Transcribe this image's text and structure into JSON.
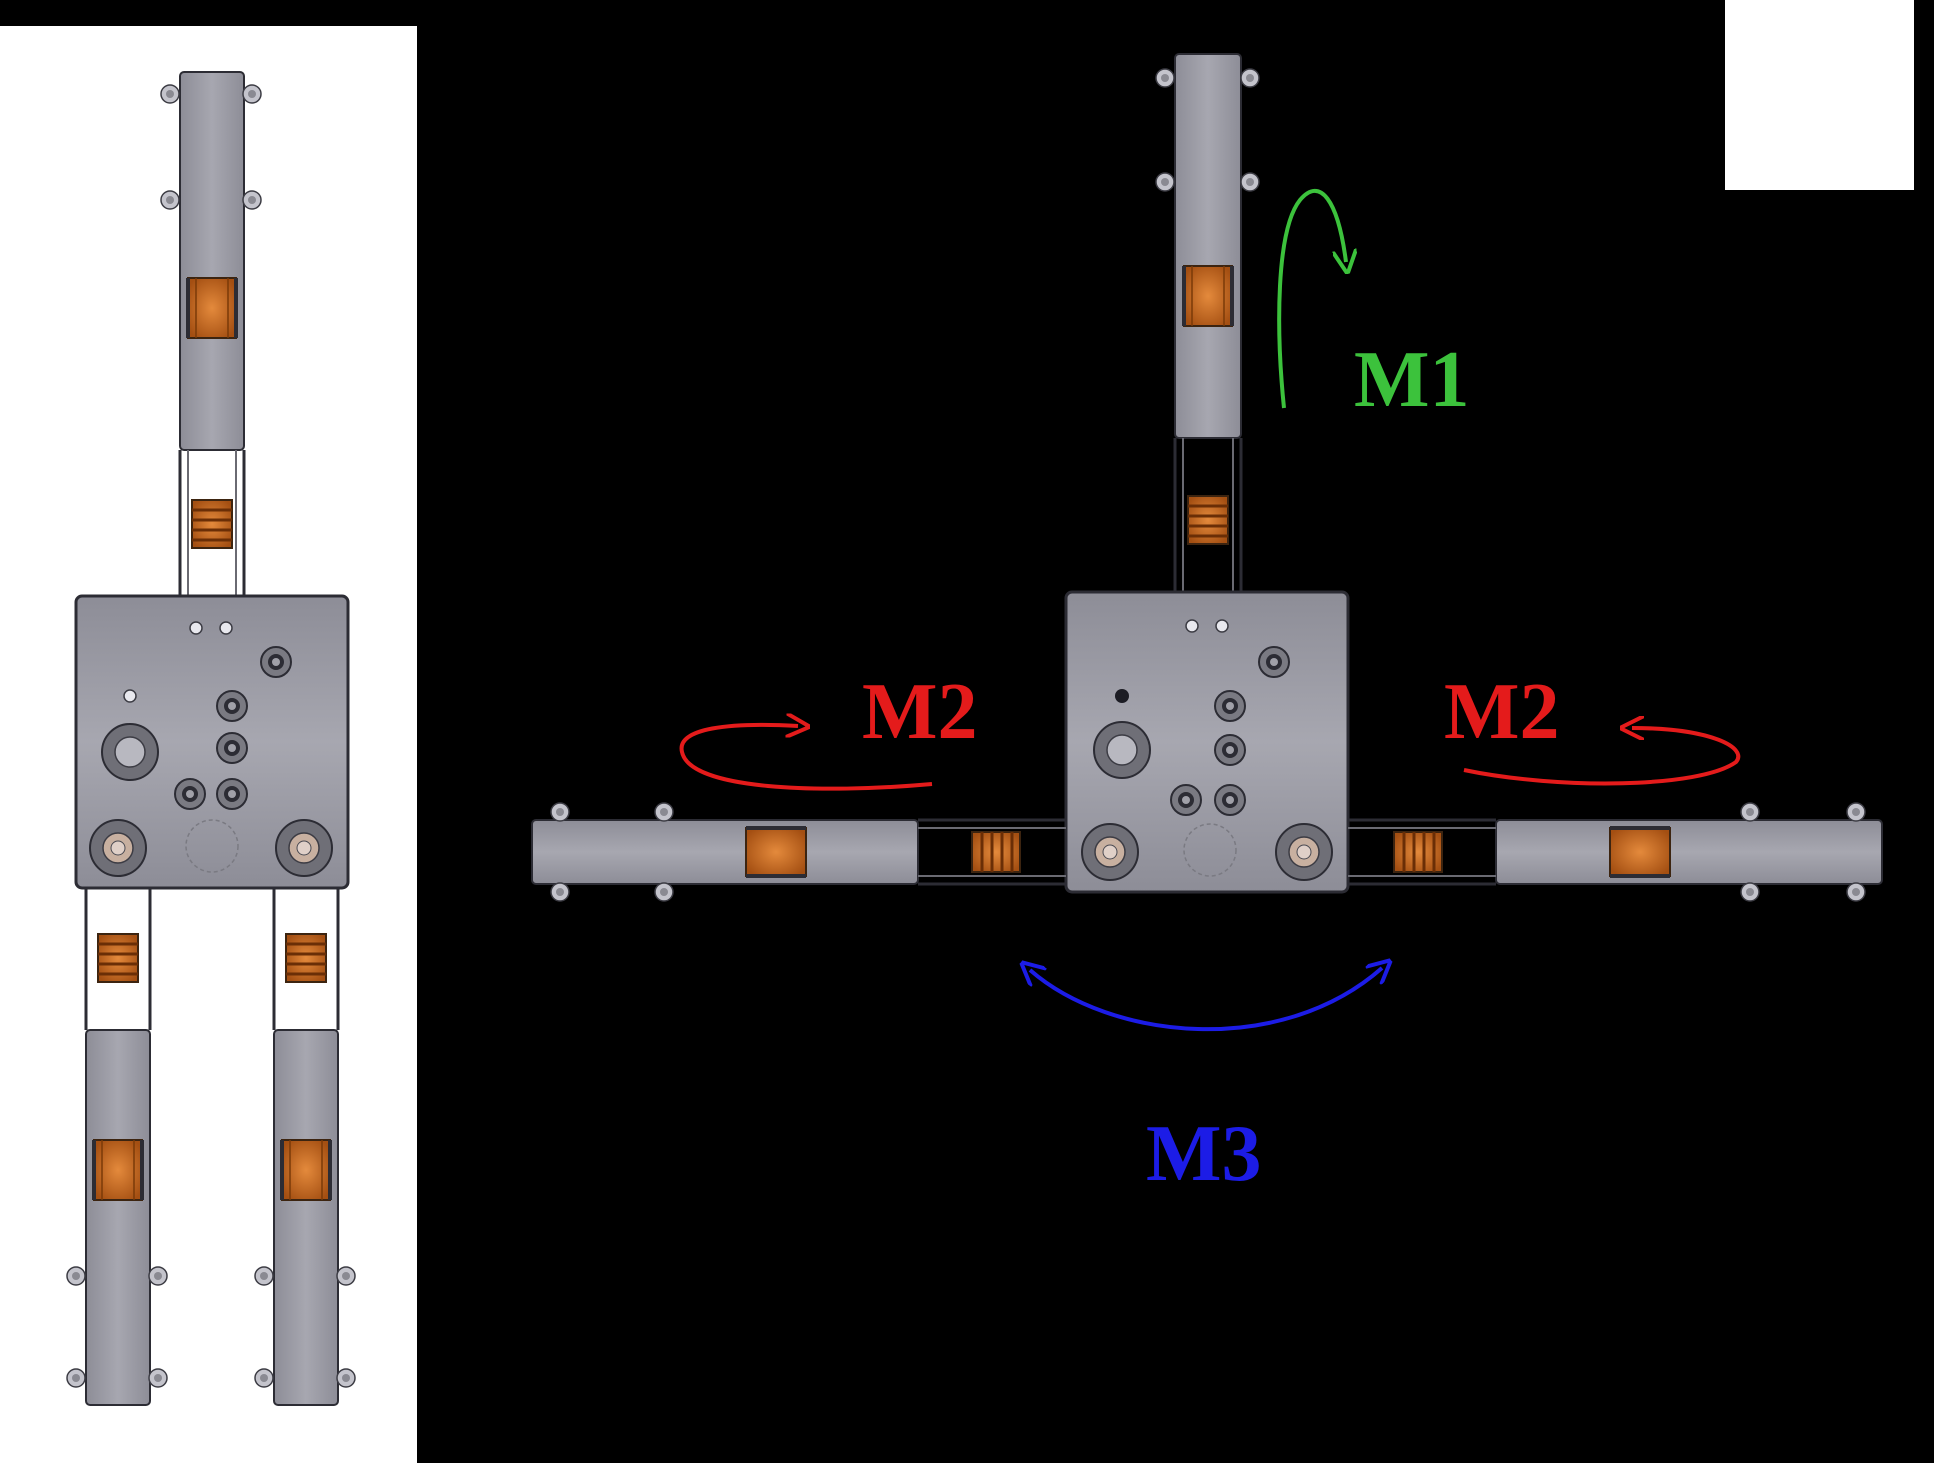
{
  "labels": {
    "m1": "M1",
    "m2_left": "M2",
    "m2_right": "M2",
    "m3": "M3"
  },
  "colors": {
    "background": "#000000",
    "panel": "#ffffff",
    "metal": "#9e9ea7",
    "metal_dark": "#6a6a72",
    "pulley": "#c8651e",
    "m1": "#3cc23c",
    "m2": "#e41b1b",
    "m3": "#1c1ce6"
  },
  "icons": [
    "curved-arrow-m1",
    "curved-arrow-m2-left",
    "curved-arrow-m2-right",
    "curved-arrow-m3"
  ]
}
